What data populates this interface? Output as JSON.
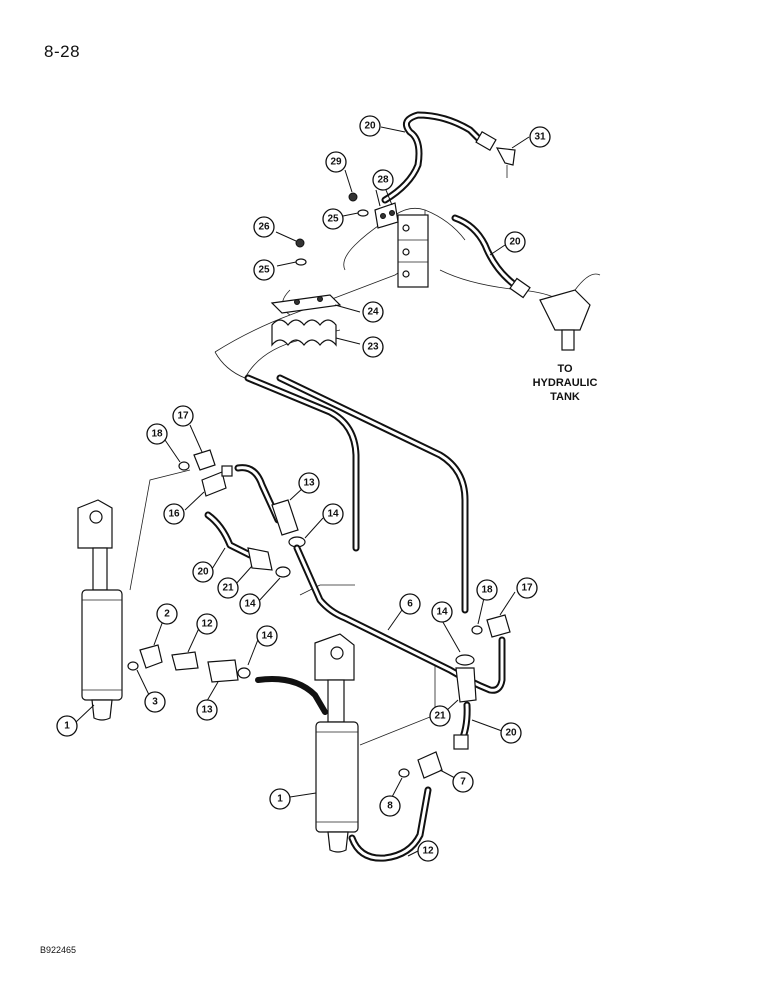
{
  "page_number": "8-28",
  "figure_code": "B922465",
  "tank_label": [
    "TO",
    "HYDRAULIC",
    "TANK"
  ],
  "callouts": {
    "c20a": "20",
    "c31": "31",
    "c29": "29",
    "c28": "28",
    "c25a": "25",
    "c26": "26",
    "c25b": "25",
    "c20b": "20",
    "c24": "24",
    "c23": "23",
    "c17a": "17",
    "c18a": "18",
    "c16": "16",
    "c13a": "13",
    "c14a": "14",
    "c20c": "20",
    "c21a": "21",
    "c14b": "14",
    "c2": "2",
    "c12a": "12",
    "c14c": "14",
    "c3": "3",
    "c13b": "13",
    "c1a": "1",
    "c6": "6",
    "c14d": "14",
    "c18b": "18",
    "c17b": "17",
    "c21b": "21",
    "c20d": "20",
    "c7": "7",
    "c8": "8",
    "c1b": "1",
    "c12b": "12"
  }
}
